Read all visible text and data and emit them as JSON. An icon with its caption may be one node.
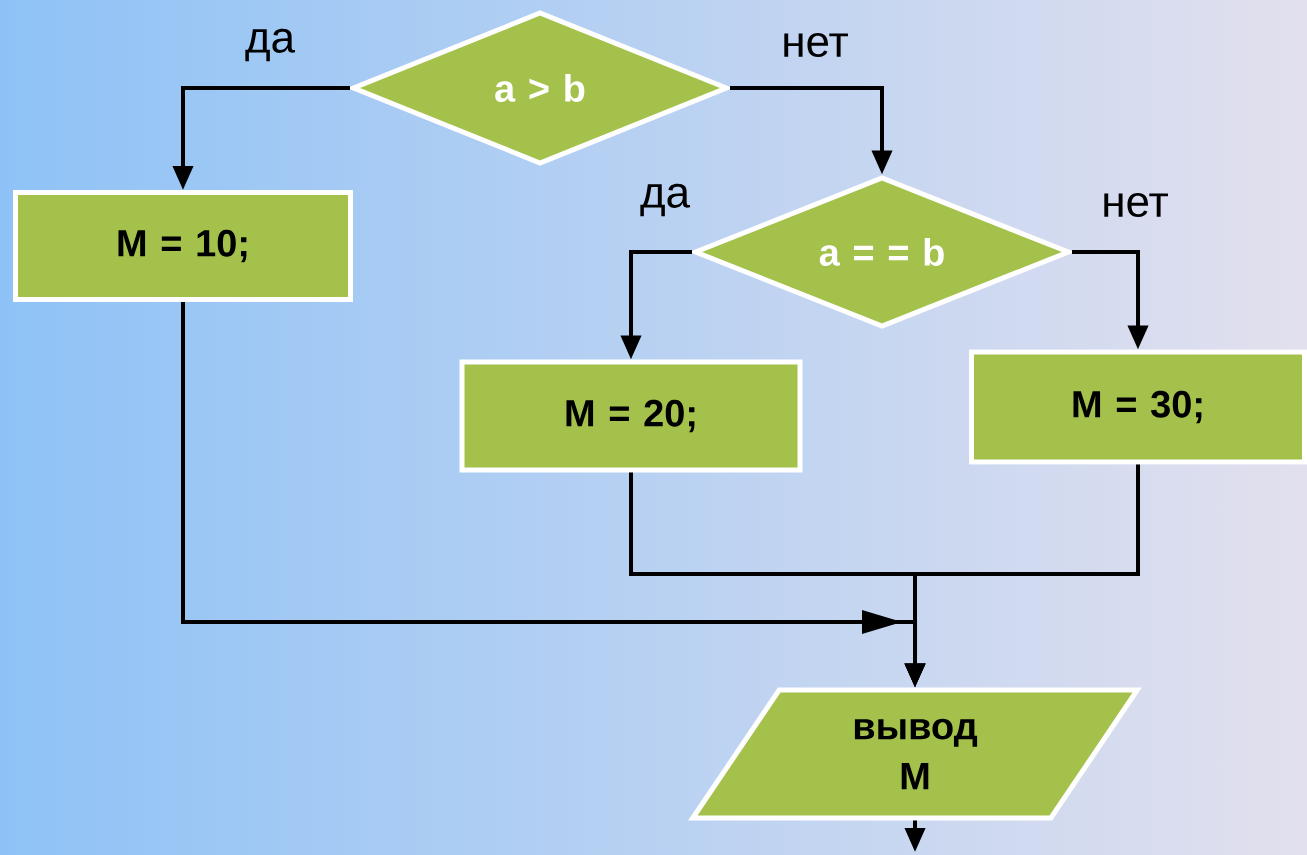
{
  "diagram": {
    "nodes": [
      {
        "text": [
          "a > b"
        ]
      },
      {
        "text": [
          "M = 10;"
        ]
      },
      {
        "text": [
          "a = = b"
        ]
      },
      {
        "text": [
          "M = 20;"
        ]
      },
      {
        "text": [
          "M = 30;"
        ]
      },
      {
        "text": [
          "вывод M"
        ]
      }
    ],
    "edges": [
      {
        "from": 0,
        "to": 1,
        "arrow": "to",
        "label": "да"
      },
      {
        "from": 0,
        "to": 2,
        "arrow": "to",
        "label": "нет"
      },
      {
        "from": 2,
        "to": 3,
        "arrow": "to",
        "label": "да"
      },
      {
        "from": 2,
        "to": 4,
        "arrow": "to",
        "label": "нет"
      },
      {
        "from": 1,
        "to": 5,
        "arrow": "to"
      },
      {
        "from": 3,
        "to": 5,
        "arrow": "to"
      },
      {
        "from": 4,
        "to": 5,
        "arrow": "to"
      },
      {
        "from": 5,
        "to": null,
        "arrow": "to"
      }
    ]
  }
}
